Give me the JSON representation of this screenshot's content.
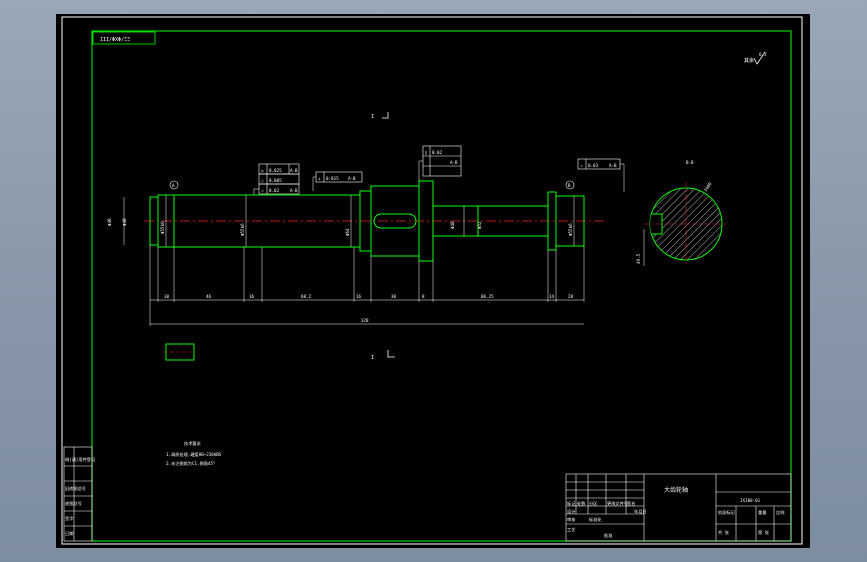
{
  "drawing": {
    "corner_tag": "ΙΙΙ/ΦΧΦ/ΞΞ",
    "roughness_note": "其余",
    "roughness_value": "6.3",
    "section_label_top": "I",
    "section_label_bottom": "I",
    "section_view_label": "B-B",
    "tech_requirements": {
      "title": "技术要求",
      "items": [
        "1.调质处理,硬度HB~236HBS",
        "2.未注倒角为C1,倒角45°"
      ]
    },
    "datums": {
      "a": "A",
      "b": "B"
    },
    "dimensions": {
      "total_length": "328",
      "segments": [
        "30",
        "46",
        "16",
        "68.2",
        "16",
        "30",
        "8",
        "86.25",
        "14",
        "28"
      ],
      "diameters": [
        "Φ40",
        "Φ55k6",
        "Φ55k6",
        "Φ64",
        "Φ48",
        "Φ52",
        "Φ55k6"
      ],
      "height_left": "Φ40",
      "section_key": "16N9",
      "section_depth": "49.5"
    },
    "tolerance_frames": [
      {
        "sym": "◎",
        "val": "0.025",
        "ref": "A-B"
      },
      {
        "sym": "○",
        "val": "0.005",
        "ref": ""
      },
      {
        "sym": "↗",
        "val": "0.02",
        "ref": "A-B"
      },
      {
        "sym": "⊥",
        "val": "0.015",
        "ref": "A-B"
      },
      {
        "sym": "∥",
        "val": "0.02",
        "ref": "A-B"
      },
      {
        "sym": "↗",
        "val": "0.03",
        "ref": "A-B"
      }
    ],
    "title_block": {
      "part_name": "大齿轮轴",
      "drawing_no": "JXJ08-01",
      "labels": [
        "标记",
        "处数",
        "分区",
        "更改文件号",
        "签名",
        "年月日",
        "设计",
        "审核",
        "工艺",
        "批准",
        "标准化",
        "阶段标记",
        "重量",
        "比例",
        "共 张",
        "第 张"
      ]
    },
    "side_table": [
      "借(通)用件登记",
      "旧底图总号",
      "底图总号",
      "签字",
      "日期"
    ]
  }
}
